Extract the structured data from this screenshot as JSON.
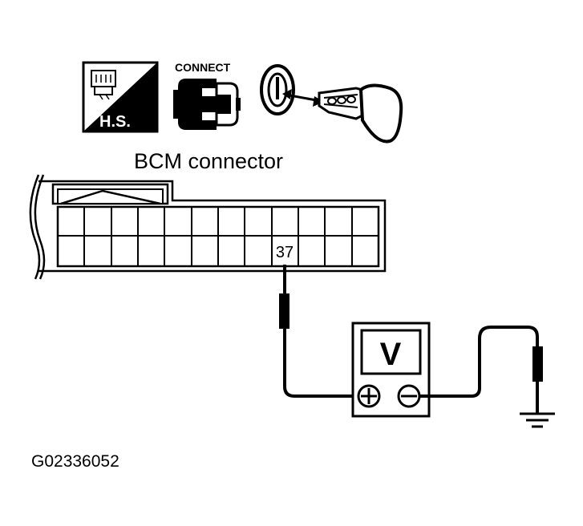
{
  "icons": {
    "hs": {
      "name": "harness-connector-icon",
      "text": "H.S."
    },
    "connect": {
      "name": "connector-icon",
      "text": "CONNECT"
    },
    "ignition": {
      "name": "ignition-key-icon"
    }
  },
  "connector": {
    "title": "BCM connector",
    "terminal": "37",
    "columns": 12,
    "rows": 2
  },
  "meter": {
    "symbol": "V",
    "plus_label": "+",
    "minus_label": "−"
  },
  "ground": {
    "name": "ground-symbol-icon"
  },
  "figure_id": "G02336052",
  "colors": {
    "ink": "#000000",
    "paper": "#ffffff"
  }
}
